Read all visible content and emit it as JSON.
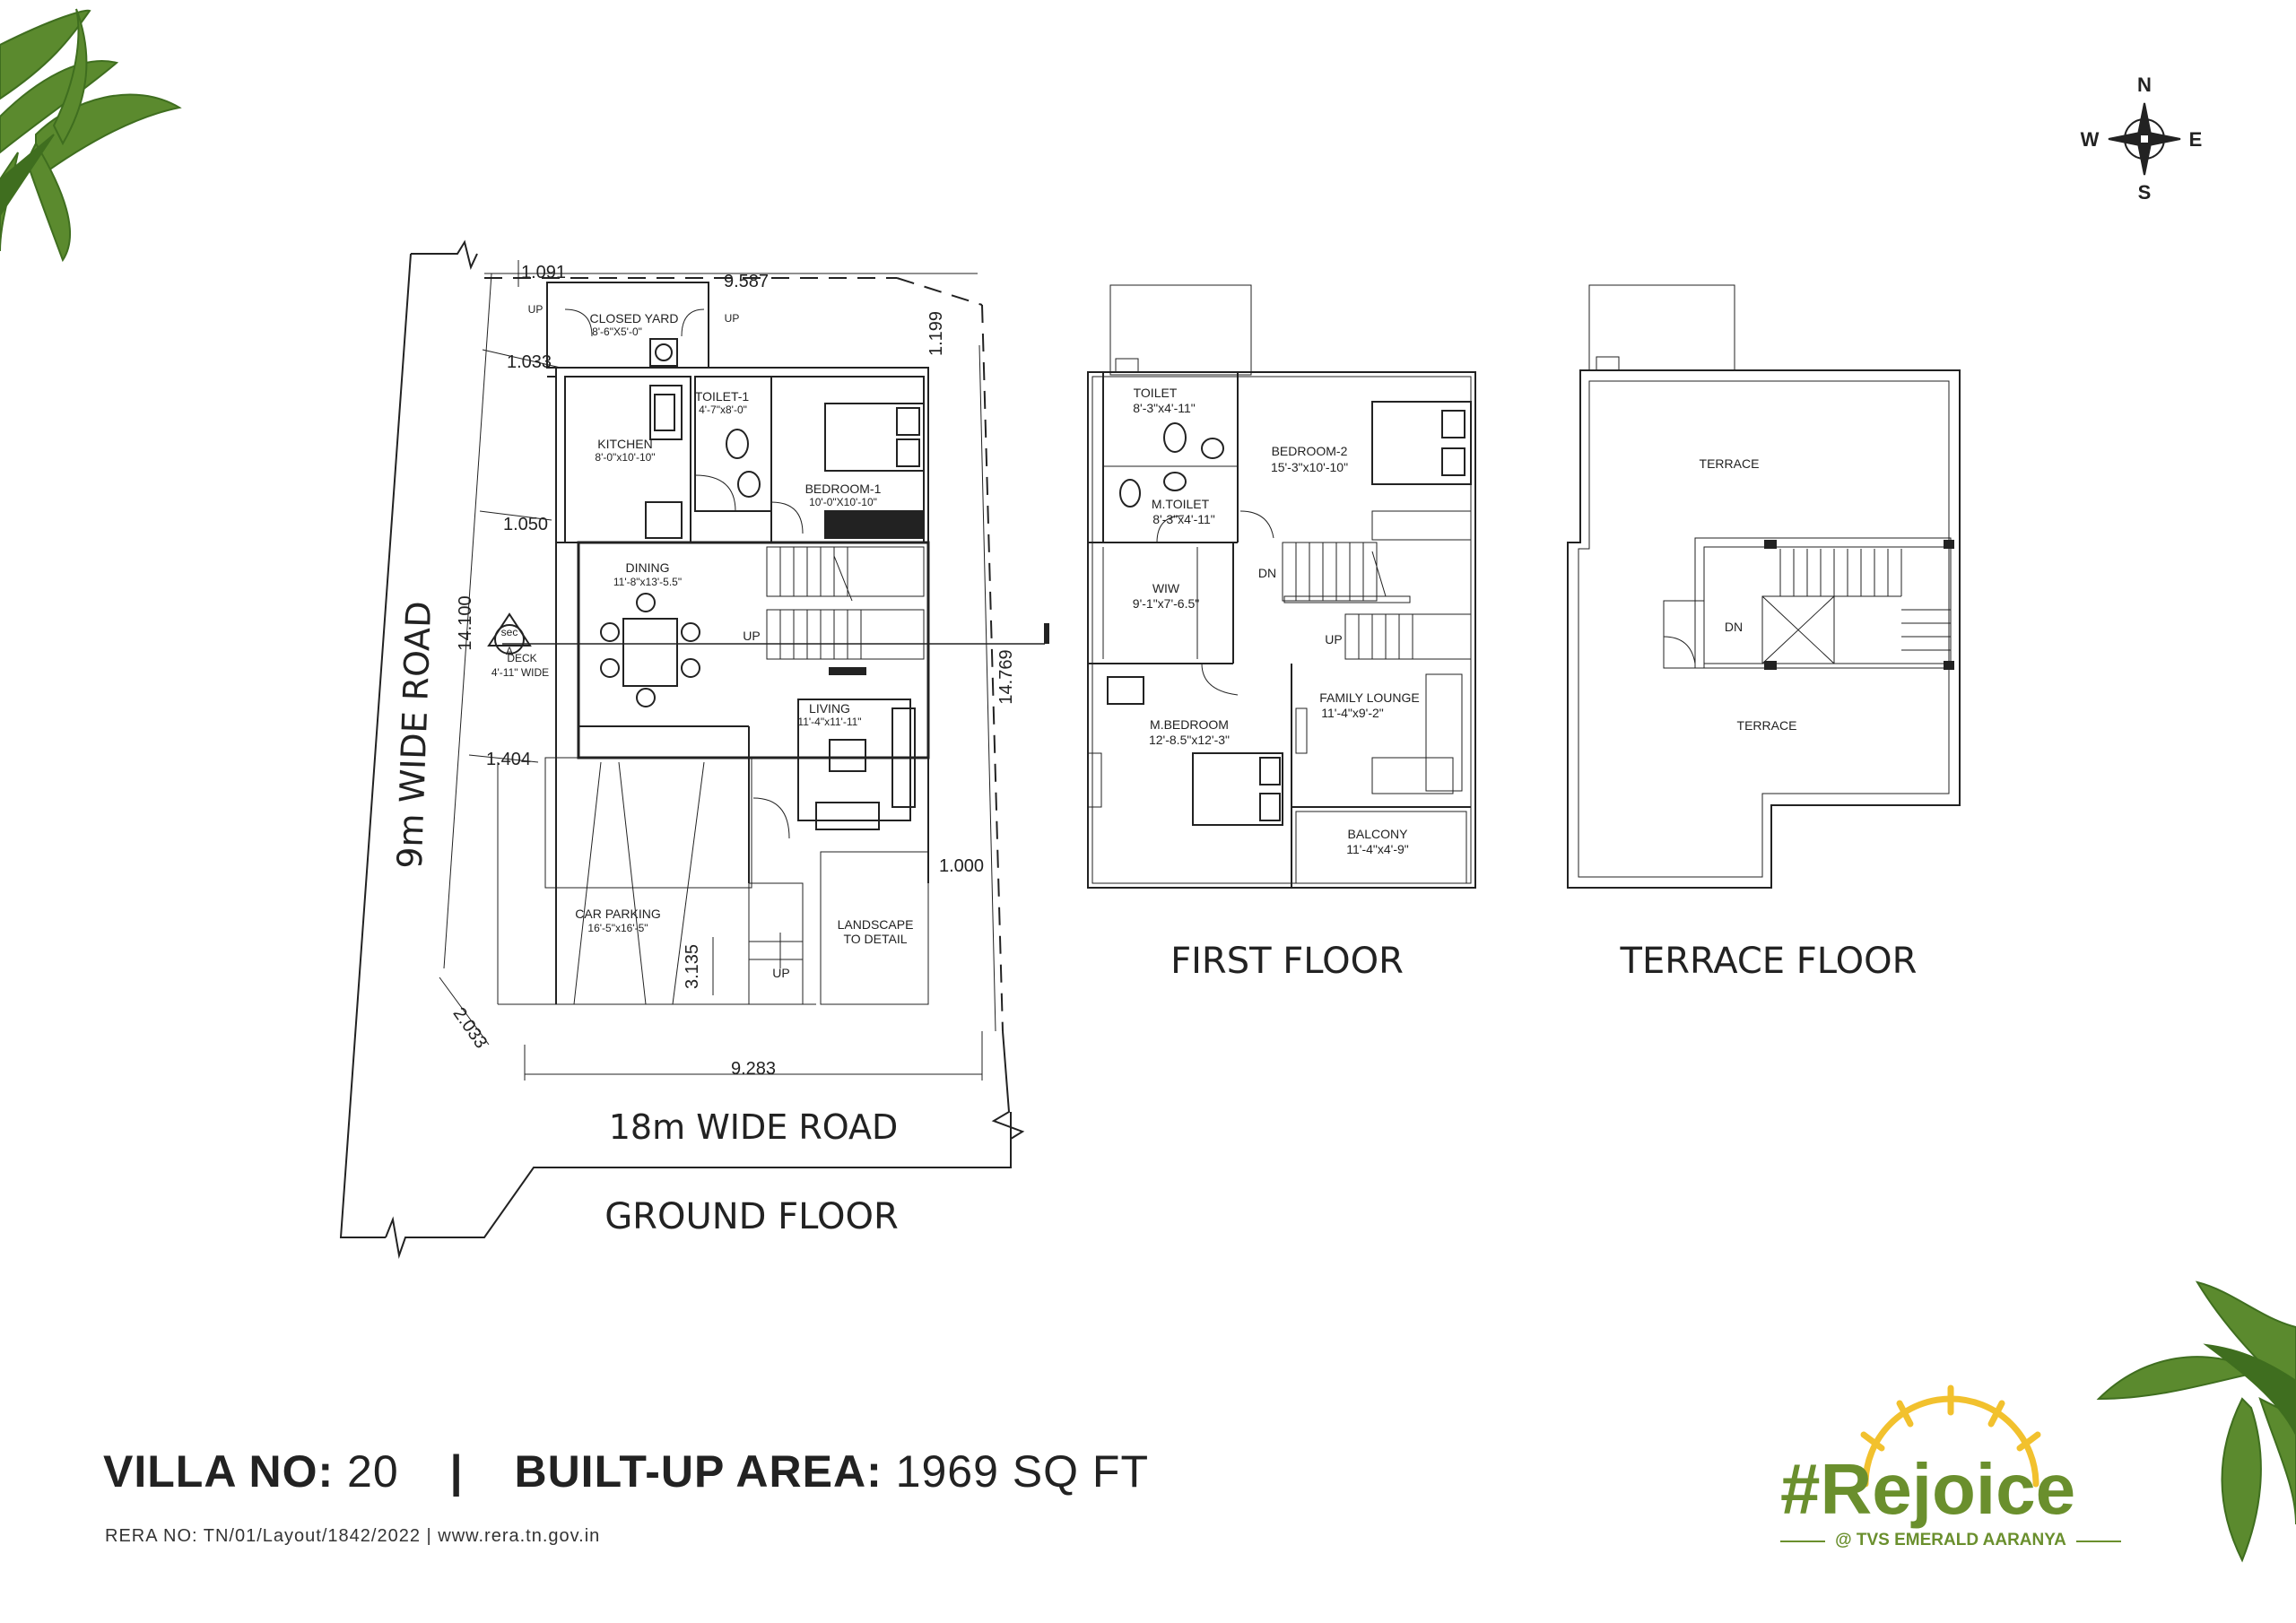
{
  "compass": {
    "n": "N",
    "s": "S",
    "e": "E",
    "w": "W"
  },
  "roads": {
    "side": "9m WIDE ROAD",
    "front": "18m WIDE ROAD"
  },
  "floors": {
    "ground": "GROUND FLOOR",
    "first": "FIRST FLOOR",
    "terrace": "TERRACE FLOOR"
  },
  "dimensions": {
    "top": "9.587",
    "top_left": "1.091",
    "left_1": "1.033",
    "left_2": "1.050",
    "left_3": "1.404",
    "side": "14.100",
    "right": "14.769",
    "right_top": "1.199",
    "right_bottom": "1.000",
    "bottom": "9.283",
    "corner": "2.033",
    "parking": "3.135"
  },
  "ground_rooms": {
    "closed_yard": {
      "name": "CLOSED YARD",
      "size": "8'-6\"X5'-0\""
    },
    "toilet_1": {
      "name": "TOILET-1",
      "size": "4'-7\"x8'-0\""
    },
    "kitchen": {
      "name": "KITCHEN",
      "size": "8'-0\"x10'-10\""
    },
    "bedroom_1": {
      "name": "BEDROOM-1",
      "size": "10'-0\"X10'-10\""
    },
    "dining": {
      "name": "DINING",
      "size": "11'-8\"x13'-5.5\""
    },
    "deck": {
      "name": "DECK",
      "size": "4'-11\" WIDE"
    },
    "living": {
      "name": "LIVING",
      "size": "11'-4\"x11'-11\""
    },
    "car_parking": {
      "name": "CAR PARKING",
      "size": "16'-5\"x16'-5\""
    },
    "landscape": {
      "line1": "LANDSCAPE",
      "line2": "TO DETAIL"
    }
  },
  "section": {
    "label": "sec",
    "letter": "A"
  },
  "first_rooms": {
    "toilet": {
      "name": "TOILET",
      "size": "8'-3\"x4'-11\""
    },
    "bedroom_2": {
      "name": "BEDROOM-2",
      "size": "15'-3\"x10'-10\""
    },
    "m_toilet": {
      "name": "M.TOILET",
      "size": "8'-3\"x4'-11\""
    },
    "wiw": {
      "name": "WIW",
      "size": "9'-1\"x7'-6.5\""
    },
    "m_bedroom": {
      "name": "M.BEDROOM",
      "size": "12'-8.5\"x12'-3\""
    },
    "family_lounge": {
      "name": "FAMILY LOUNGE",
      "size": "11'-4\"x9'-2\""
    },
    "balcony": {
      "name": "BALCONY",
      "size": "11'-4\"x4'-9\""
    }
  },
  "terrace_rooms": {
    "terrace_top": "TERRACE",
    "terrace_bottom": "TERRACE"
  },
  "stairs": {
    "up": "UP",
    "dn": "DN"
  },
  "footer": {
    "villa_label": "VILLA NO:",
    "villa_value": "20",
    "separator": "|",
    "area_label": "BUILT-UP AREA:",
    "area_value": "1969 SQ FT",
    "rera": "RERA NO: TN/01/Layout/1842/2022 | www.rera.tn.gov.in"
  },
  "brand": {
    "name": "#Rejoice",
    "tagline": "@ TVS EMERALD AARANYA"
  },
  "colors": {
    "leaf": "#5b8a2e",
    "leaf_dark": "#3f6e1f",
    "sun": "#f2c12e",
    "brand": "#6a8f2d",
    "line": "#222222"
  }
}
